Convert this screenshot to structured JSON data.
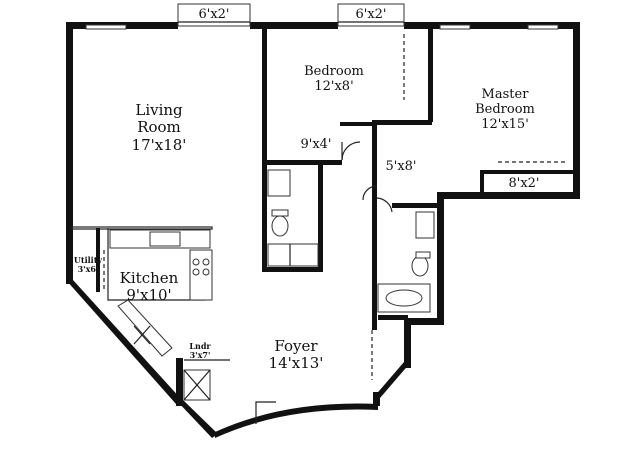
{
  "rooms": {
    "living_room": {
      "name_line1": "Living",
      "name_line2": "Room",
      "size": "17'x18'"
    },
    "bedroom": {
      "name": "Bedroom",
      "size": "12'x8'"
    },
    "master_bedroom": {
      "name_line1": "Master",
      "name_line2": "Bedroom",
      "size": "12'x15'"
    },
    "kitchen": {
      "name": "Kitchen",
      "size": "9'x10'"
    },
    "utility": {
      "name": "Utility",
      "size": "3'x6'"
    },
    "laundry": {
      "name": "Lndr",
      "size": "3'x7'"
    },
    "foyer": {
      "name": "Foyer",
      "size": "14'x13'"
    }
  },
  "dimensions": {
    "balcony_left": "6'x2'",
    "balcony_right": "6'x2'",
    "closet_9x4": "9'x4'",
    "closet_5x8": "5'x8'",
    "closet_8x2": "8'x2'"
  }
}
